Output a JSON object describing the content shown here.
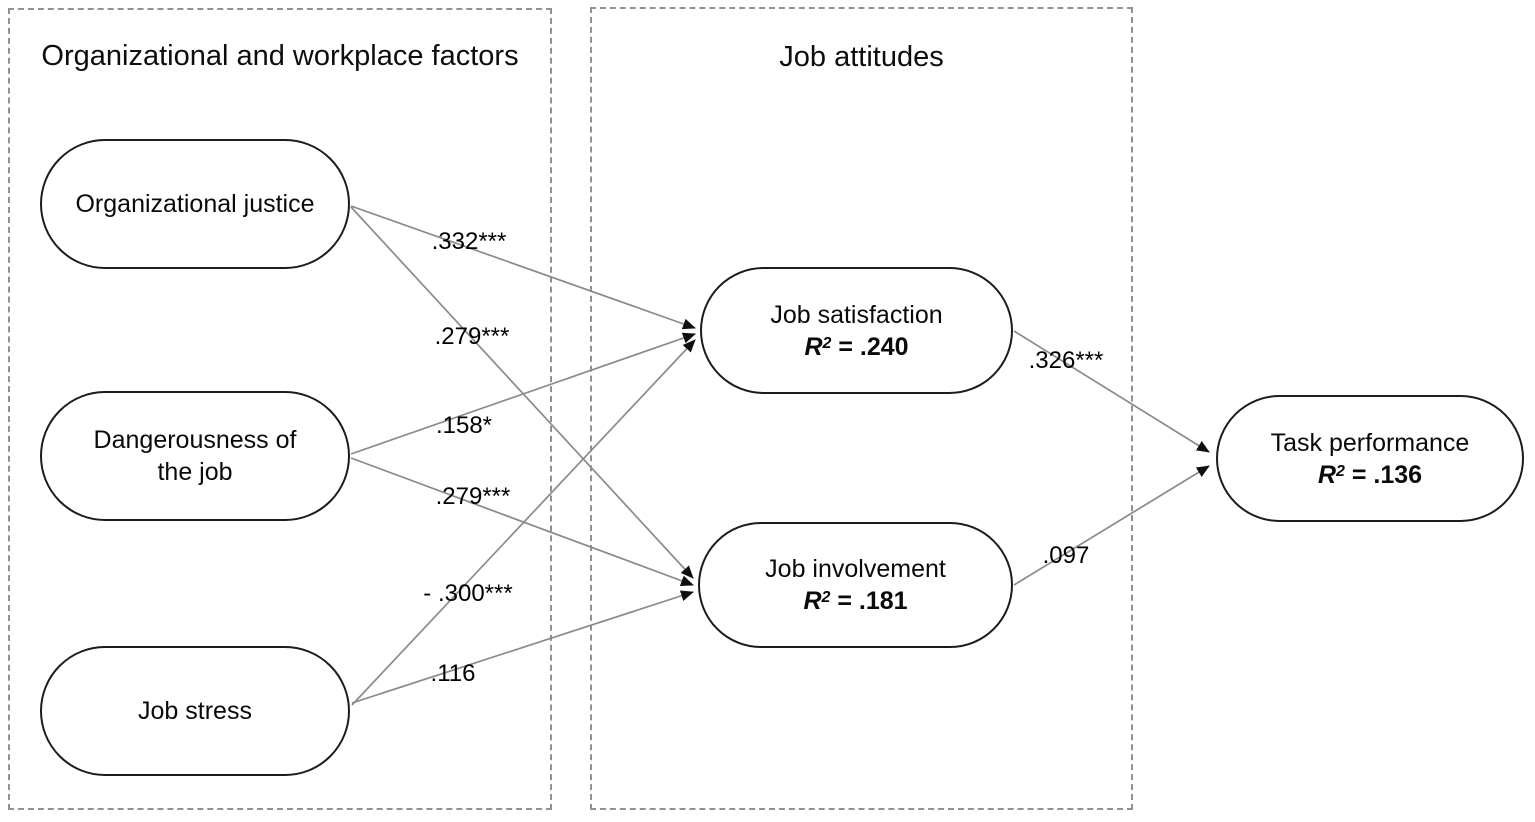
{
  "figure": {
    "groups": {
      "factors": {
        "title": "Organizational and workplace factors"
      },
      "attitudes": {
        "title": "Job attitudes"
      }
    },
    "nodes": {
      "org_justice": {
        "label": "Organizational justice"
      },
      "dangerousness": {
        "line1": "Dangerousness of",
        "line2": "the job"
      },
      "job_stress": {
        "label": "Job stress"
      },
      "job_satisfaction": {
        "label": "Job satisfaction",
        "r2_symbol": "R",
        "r2_sup": "2",
        "r2_value": " = .240"
      },
      "job_involvement": {
        "label": "Job involvement",
        "r2_symbol": "R",
        "r2_sup": "2",
        "r2_value": " = .181"
      },
      "task_performance": {
        "label": "Task performance",
        "r2_symbol": "R",
        "r2_sup": "2",
        "r2_value": " = .136"
      }
    },
    "edges": [
      {
        "from": "Organizational justice",
        "to": "Job satisfaction",
        "coefficient": ".332***"
      },
      {
        "from": "Organizational justice",
        "to": "Job involvement",
        "coefficient": ".279***"
      },
      {
        "from": "Dangerousness of the job",
        "to": "Job satisfaction",
        "coefficient": ".158*"
      },
      {
        "from": "Dangerousness of the job",
        "to": "Job involvement",
        "coefficient": ".279***"
      },
      {
        "from": "Job stress",
        "to": "Job satisfaction",
        "coefficient": "- .300***"
      },
      {
        "from": "Job stress",
        "to": "Job involvement",
        "coefficient": ".116"
      },
      {
        "from": "Job satisfaction",
        "to": "Task performance",
        "coefficient": ".326***"
      },
      {
        "from": "Job involvement",
        "to": "Task performance",
        "coefficient": ".097"
      }
    ],
    "colors": {
      "node_border": "#1c1c1c",
      "path_line": "#8a8a8a",
      "group_border": "#919191",
      "text": "#000000",
      "background": "#ffffff"
    }
  }
}
